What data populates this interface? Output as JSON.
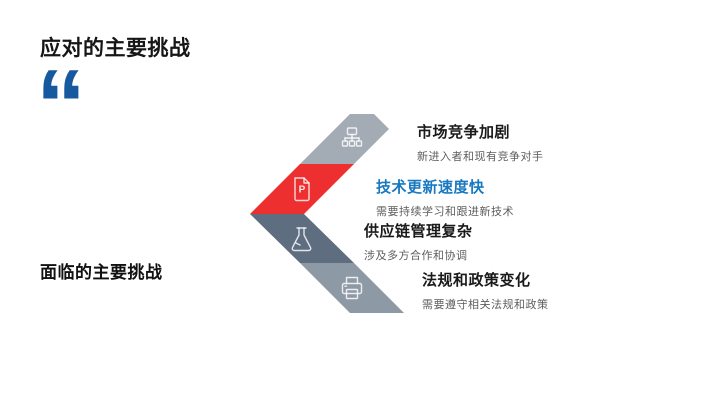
{
  "slide": {
    "title": "应对的主要挑战",
    "quote_mark": "“",
    "footer_title": "面临的主要挑战",
    "colors": {
      "background": "#ffffff",
      "title_text": "#161616",
      "quote_blue": "#17599f",
      "subtitle_gray": "#5d5d5d",
      "icon_stroke": "rgba(255,255,255,0.82)"
    },
    "items": [
      {
        "heading": "市场竞争加剧",
        "subtitle": "新进入者和现有竞争对手",
        "icon": "org-chart-icon",
        "band_color": "#a3abb4",
        "heading_color": "#1a1a1a"
      },
      {
        "heading": "技术更新速度快",
        "subtitle": "需要持续学习和跟进新技术",
        "icon": "document-p-icon",
        "band_color": "#ee2f2f",
        "heading_color": "#1878c0"
      },
      {
        "heading": "供应链管理复杂",
        "subtitle": "涉及多方合作和协调",
        "icon": "flask-icon",
        "band_color": "#5f6d80",
        "heading_color": "#1a1a1a"
      },
      {
        "heading": "法规和政策变化",
        "subtitle": "需要遵守相关法规和政策",
        "icon": "printer-icon",
        "band_color": "#8e99a6",
        "heading_color": "#1a1a1a"
      }
    ],
    "icon_letter": "P"
  }
}
